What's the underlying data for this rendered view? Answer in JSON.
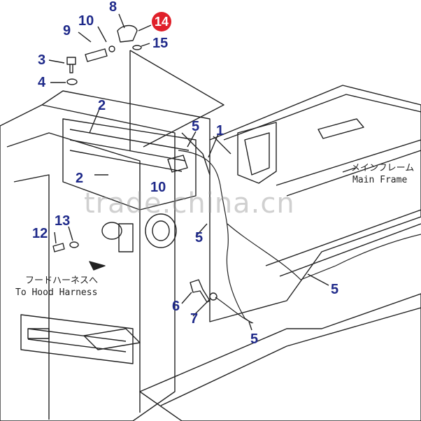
{
  "callouts": {
    "c1": "1",
    "c2a": "2",
    "c2b": "2",
    "c3": "3",
    "c4": "4",
    "c5a": "5",
    "c5b": "5",
    "c5c": "5",
    "c5d": "5",
    "c6": "6",
    "c7": "7",
    "c8": "8",
    "c9": "9",
    "c10a": "10",
    "c10b": "10",
    "c12": "12",
    "c13": "13",
    "c14": "14",
    "c15": "15"
  },
  "notes": {
    "main_frame_jp": "メインフレーム",
    "main_frame_en": "Main Frame",
    "hood_harness_jp": "フードハーネスへ",
    "hood_harness_en": "To Hood Harness"
  },
  "watermark": "trade.china.cn",
  "colors": {
    "callout": "#1f2a8a",
    "highlight_badge": "#e0202a",
    "line": "#222222"
  }
}
